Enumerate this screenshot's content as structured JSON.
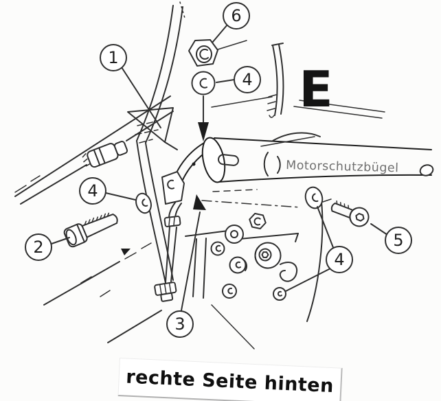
{
  "diagram": {
    "section_letter": "E",
    "bar_label": "Motorschutzbügel",
    "caption": "rechte Seite hinten",
    "callouts": {
      "c1": "1",
      "c2": "2",
      "c3": "3",
      "c4_top": "4",
      "c4_left": "4",
      "c4_right": "4",
      "c5": "5",
      "c6": "6"
    },
    "colors": {
      "line": "#2e2e2e",
      "heavy_line": "#1c1c1c",
      "label_gray": "#6e6e6e",
      "text_black": "#121212",
      "paper": "#fcfcfb"
    }
  }
}
